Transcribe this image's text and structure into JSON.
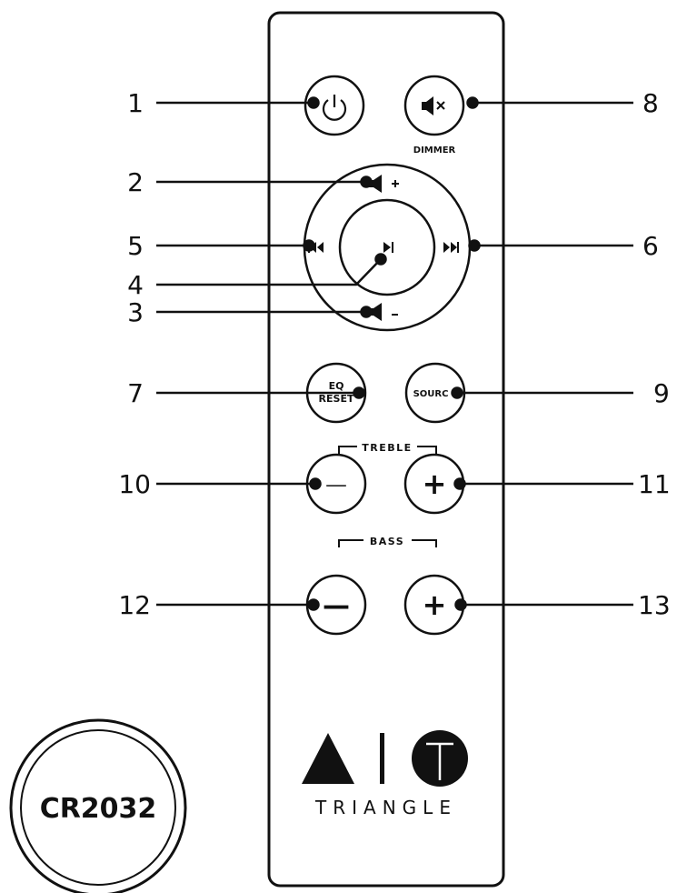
{
  "callouts": {
    "c1": "1",
    "c2": "2",
    "c3": "3",
    "c4": "4",
    "c5": "5",
    "c6": "6",
    "c7": "7",
    "c8": "8",
    "c9": "9",
    "c10": "10",
    "c11": "11",
    "c12": "12",
    "c13": "13"
  },
  "buttons": {
    "dimmer_label": "DIMMER",
    "eq_line1": "EQ",
    "eq_line2": "RESET",
    "source_label": "SOURC",
    "minus": "—",
    "plus": "+"
  },
  "groups": {
    "treble": "TREBLE",
    "bass": "BASS"
  },
  "brand": {
    "name": "TRIANGLE"
  },
  "battery": {
    "label": "CR2032"
  },
  "icons": {
    "power": "power-icon",
    "mute": "mute-icon",
    "volume_up": "volume-up-icon",
    "volume_down": "volume-down-icon",
    "previous": "previous-track-icon",
    "next": "next-track-icon",
    "play_pause": "play-pause-icon"
  },
  "colors": {
    "ink": "#111111",
    "background": "#ffffff"
  }
}
